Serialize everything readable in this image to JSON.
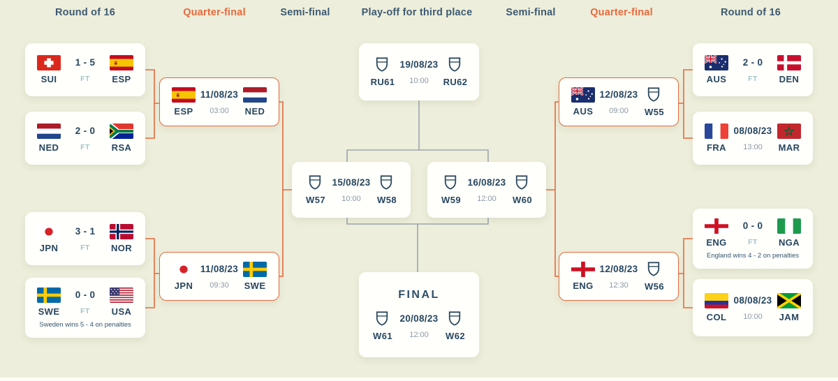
{
  "header": {
    "stages": [
      {
        "label": "Round of 16",
        "highlight": false
      },
      {
        "label": "Quarter-final",
        "highlight": true
      },
      {
        "label": "Semi-final",
        "highlight": false
      },
      {
        "label": "Play-off for third place",
        "highlight": false
      },
      {
        "label": "Semi-final",
        "highlight": false
      },
      {
        "label": "Quarter-final",
        "highlight": true
      },
      {
        "label": "Round of 16",
        "highlight": false
      }
    ]
  },
  "colors": {
    "background": "#EDEEDB",
    "card": "#FFFFFC",
    "navy_text": "#27465F",
    "orange_accent": "#E66A3D",
    "connector_gray": "#9EA5AD",
    "ft_text": "#A3C3C9",
    "time_text": "#8C9AA6"
  },
  "cards": [
    {
      "id": "r16-l1",
      "round": "Round of 16",
      "kind": "result",
      "home": {
        "code": "SUI",
        "flag": "sui"
      },
      "away": {
        "code": "ESP",
        "flag": "esp"
      },
      "center_top": "1 - 5",
      "center_bottom": "FT"
    },
    {
      "id": "r16-l2",
      "round": "Round of 16",
      "kind": "result",
      "home": {
        "code": "NED",
        "flag": "ned"
      },
      "away": {
        "code": "RSA",
        "flag": "rsa"
      },
      "center_top": "2 - 0",
      "center_bottom": "FT"
    },
    {
      "id": "r16-l3",
      "round": "Round of 16",
      "kind": "result",
      "home": {
        "code": "JPN",
        "flag": "jpn"
      },
      "away": {
        "code": "NOR",
        "flag": "nor"
      },
      "center_top": "3 - 1",
      "center_bottom": "FT"
    },
    {
      "id": "r16-l4",
      "round": "Round of 16",
      "kind": "result",
      "home": {
        "code": "SWE",
        "flag": "swe"
      },
      "away": {
        "code": "USA",
        "flag": "usa"
      },
      "center_top": "0 - 0",
      "center_bottom": "FT",
      "note": "Sweden wins 5 - 4 on penalties"
    },
    {
      "id": "qf-l1",
      "round": "Quarter-final",
      "kind": "fixture",
      "home": {
        "code": "ESP",
        "flag": "esp"
      },
      "away": {
        "code": "NED",
        "flag": "ned"
      },
      "center_top": "11/08/23",
      "center_bottom": "03:00"
    },
    {
      "id": "qf-l2",
      "round": "Quarter-final",
      "kind": "fixture",
      "home": {
        "code": "JPN",
        "flag": "jpn"
      },
      "away": {
        "code": "SWE",
        "flag": "swe"
      },
      "center_top": "11/08/23",
      "center_bottom": "09:30"
    },
    {
      "id": "semi-l",
      "round": "Semi-final",
      "kind": "fixture",
      "home": {
        "code": "W57",
        "flag": "shield"
      },
      "away": {
        "code": "W58",
        "flag": "shield"
      },
      "center_top": "15/08/23",
      "center_bottom": "10:00"
    },
    {
      "id": "semi-r",
      "round": "Semi-final",
      "kind": "fixture",
      "home": {
        "code": "W59",
        "flag": "shield"
      },
      "away": {
        "code": "W60",
        "flag": "shield"
      },
      "center_top": "16/08/23",
      "center_bottom": "12:00"
    },
    {
      "id": "playoff",
      "round": "Play-off for third place",
      "kind": "fixture",
      "home": {
        "code": "RU61",
        "flag": "shield"
      },
      "away": {
        "code": "RU62",
        "flag": "shield"
      },
      "center_top": "19/08/23",
      "center_bottom": "10:00"
    },
    {
      "id": "final",
      "round": "Final",
      "kind": "fixture",
      "title": "FINAL",
      "home": {
        "code": "W61",
        "flag": "shield"
      },
      "away": {
        "code": "W62",
        "flag": "shield"
      },
      "center_top": "20/08/23",
      "center_bottom": "12:00"
    },
    {
      "id": "qf-r1",
      "round": "Quarter-final",
      "kind": "fixture",
      "home": {
        "code": "AUS",
        "flag": "aus"
      },
      "away": {
        "code": "W55",
        "flag": "shield"
      },
      "center_top": "12/08/23",
      "center_bottom": "09:00"
    },
    {
      "id": "qf-r2",
      "round": "Quarter-final",
      "kind": "fixture",
      "home": {
        "code": "ENG",
        "flag": "eng"
      },
      "away": {
        "code": "W56",
        "flag": "shield"
      },
      "center_top": "12/08/23",
      "center_bottom": "12:30"
    },
    {
      "id": "r16-r1",
      "round": "Round of 16",
      "kind": "result",
      "home": {
        "code": "AUS",
        "flag": "aus"
      },
      "away": {
        "code": "DEN",
        "flag": "den"
      },
      "center_top": "2 - 0",
      "center_bottom": "FT"
    },
    {
      "id": "r16-r2",
      "round": "Round of 16",
      "kind": "fixture",
      "home": {
        "code": "FRA",
        "flag": "fra"
      },
      "away": {
        "code": "MAR",
        "flag": "mar"
      },
      "center_top": "08/08/23",
      "center_bottom": "13:00"
    },
    {
      "id": "r16-r3",
      "round": "Round of 16",
      "kind": "result",
      "home": {
        "code": "ENG",
        "flag": "eng"
      },
      "away": {
        "code": "NGA",
        "flag": "nga"
      },
      "center_top": "0 - 0",
      "center_bottom": "FT",
      "note": "England wins 4 - 2 on penalties"
    },
    {
      "id": "r16-r4",
      "round": "Round of 16",
      "kind": "fixture",
      "home": {
        "code": "COL",
        "flag": "col"
      },
      "away": {
        "code": "JAM",
        "flag": "jam"
      },
      "center_top": "08/08/23",
      "center_bottom": "10:00"
    }
  ]
}
